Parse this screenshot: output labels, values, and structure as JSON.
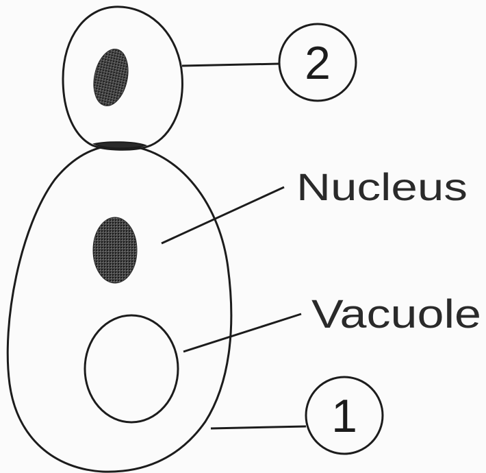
{
  "labels": {
    "nucleus": "Nucleus",
    "vacuole": "Vacuole"
  },
  "callouts": {
    "parent_cell": "1",
    "bud": "2"
  },
  "colors": {
    "ink": "#1c1c1c",
    "nucleus_fill": "#3a3a3a"
  }
}
